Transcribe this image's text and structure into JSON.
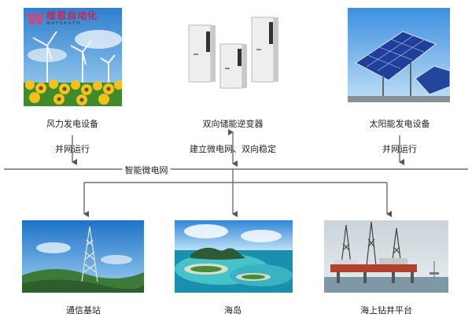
{
  "logo": {
    "mark": "W",
    "name": "维思自动化",
    "tagline": "WAYSAUTO",
    "color": "#c8264d"
  },
  "sources": [
    {
      "label": "风力发电设备",
      "image": "wind-turbines-sunflowers"
    },
    {
      "label": "双向储能逆变器",
      "image": "inverter-cabinets"
    },
    {
      "label": "太阳能发电设备",
      "image": "solar-panels"
    }
  ],
  "connections": {
    "left": "并网运行",
    "middle": "建立微电网、双向稳定",
    "right": "并网运行"
  },
  "grid_label": "智能微电网",
  "loads": [
    {
      "label": "通信基站",
      "image": "telecom-tower"
    },
    {
      "label": "海岛",
      "image": "island"
    },
    {
      "label": "海上钻井平台",
      "image": "offshore-drilling-platform"
    }
  ],
  "colors": {
    "line": "#555555",
    "sky": "#3f8fd6",
    "solar_blue": "#1f3f9a"
  }
}
